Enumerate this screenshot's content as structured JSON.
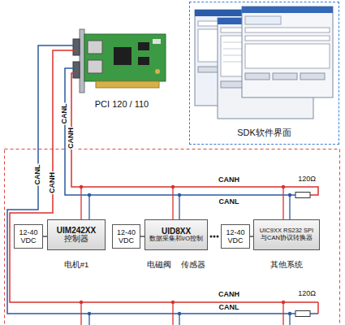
{
  "diagram": {
    "nodes": [
      {
        "text": [
          "SDK软件界面"
        ]
      },
      {
        "text": [
          "12-40 VDC"
        ]
      },
      {
        "text": [
          "UIM242XX",
          "控制器"
        ]
      },
      {
        "text": [
          "12-40 VDC"
        ]
      },
      {
        "text": [
          "UID8XX",
          "数据采集和I/O控制"
        ]
      },
      {
        "text": [
          "12-40 VDC"
        ]
      },
      {
        "text": [
          "UIC9XX RS232 SPI",
          "与CAN协议转换器"
        ]
      }
    ],
    "edges": [
      {
        "from": 1,
        "to": 2,
        "arrow": "none"
      },
      {
        "from": 3,
        "to": 4,
        "arrow": "none"
      },
      {
        "from": 5,
        "to": 6,
        "arrow": "none"
      }
    ],
    "labels": [
      "PCI 120 / 110",
      "CANL",
      "CANH",
      "CANL",
      "CANH",
      "CANH",
      "CANL",
      "120Ω",
      "电机#1",
      "电磁阀",
      "传感器",
      "其他系统",
      "CANH",
      "CANL",
      "120Ω"
    ]
  }
}
